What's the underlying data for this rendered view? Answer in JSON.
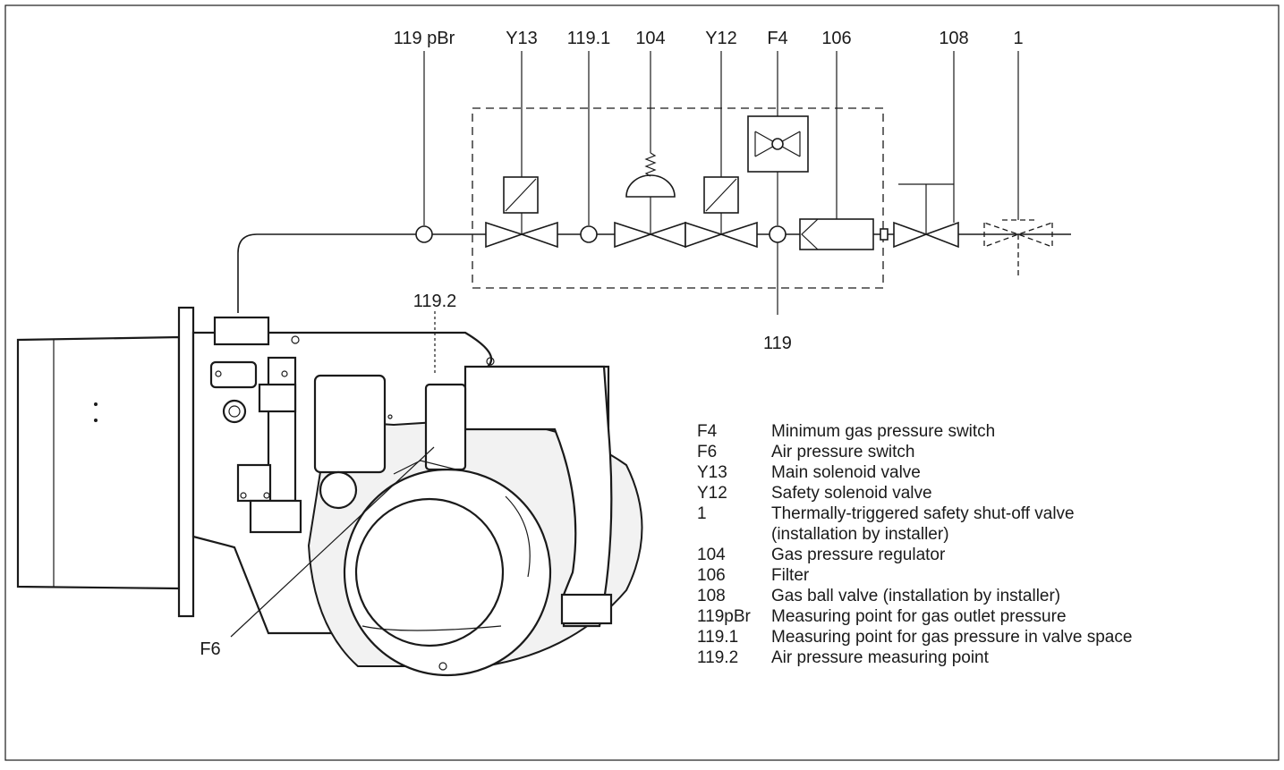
{
  "diagram": {
    "callouts": {
      "c119pbr": "119 pBr",
      "y13": "Y13",
      "c1191": "119.1",
      "c104": "104",
      "y12": "Y12",
      "f4": "F4",
      "c106": "106",
      "c108": "108",
      "c1": "1",
      "c119": "119",
      "c1192": "119.2",
      "f6": "F6"
    },
    "legend": [
      {
        "code": "F4",
        "desc": "Minimum gas pressure switch"
      },
      {
        "code": "F6",
        "desc": "Air pressure switch"
      },
      {
        "code": "Y13",
        "desc": "Main solenoid valve"
      },
      {
        "code": "Y12",
        "desc": "Safety solenoid valve"
      },
      {
        "code": "1",
        "desc": "Thermally-triggered safety shut-off valve"
      },
      {
        "code": "",
        "desc": "(installation by installer)"
      },
      {
        "code": "104",
        "desc": "Gas pressure regulator"
      },
      {
        "code": "106",
        "desc": "Filter"
      },
      {
        "code": "108",
        "desc": "Gas ball valve (installation by installer)"
      },
      {
        "code": "119pBr",
        "desc": "Measuring point for gas outlet pressure"
      },
      {
        "code": "119.1",
        "desc": "Measuring point for gas pressure in valve space"
      },
      {
        "code": "119.2",
        "desc": "Air pressure measuring point"
      }
    ]
  }
}
